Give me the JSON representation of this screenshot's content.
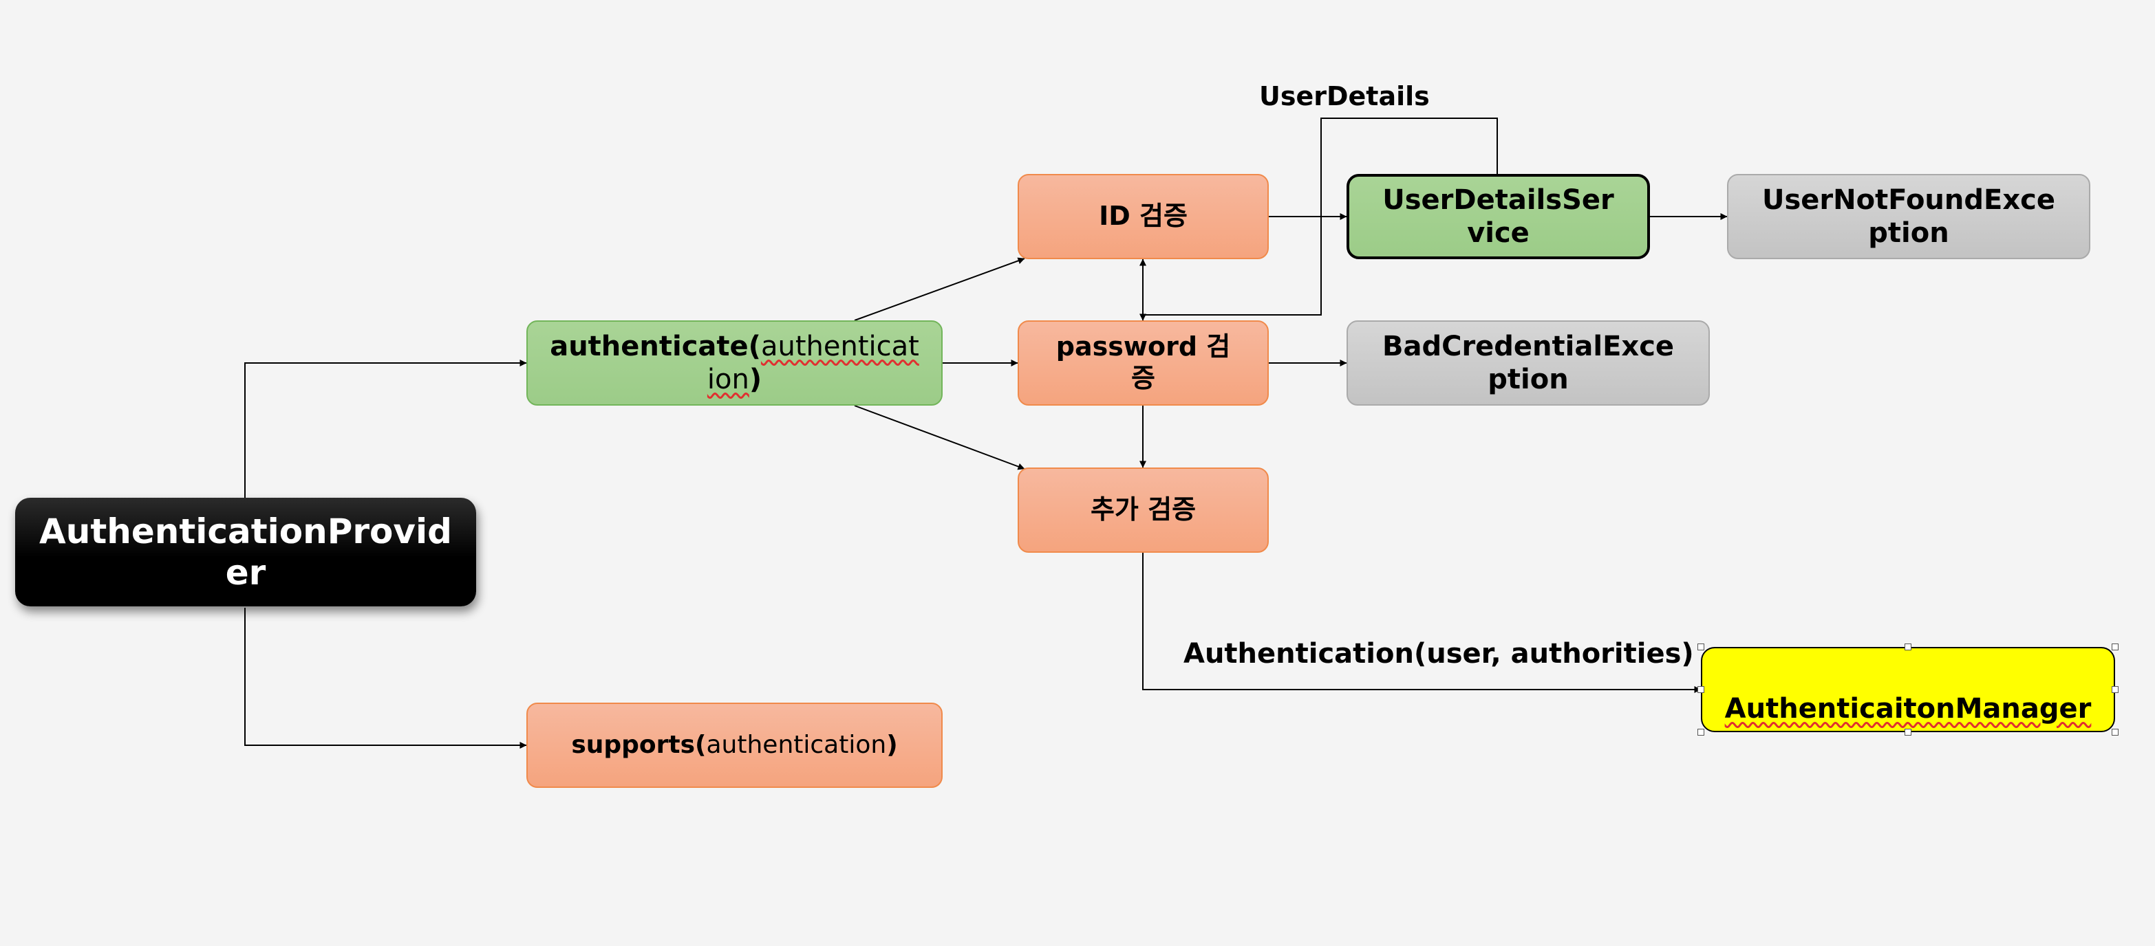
{
  "nodes": {
    "authentication_provider": "AuthenticationProvider",
    "authenticate_method": "authenticate(",
    "authenticate_param": "authentication",
    "authenticate_close": ")",
    "supports_method": "supports(",
    "supports_param": "authentication",
    "supports_close": ")",
    "id_check": "ID 검증",
    "password_check": "password 검증",
    "extra_check": "추가 검증",
    "user_details_service": "UserDetailsService",
    "user_not_found_exception": "UserNotFoundException",
    "bad_credential_exception": "BadCredentialException",
    "authentication_manager": "AuthenticaitonManager"
  },
  "edge_labels": {
    "user_details": "UserDetails",
    "authentication_result": "Authentication(user, authorities)"
  },
  "colors": {
    "orange": "#f5a47e",
    "green": "#9ccc88",
    "gray": "#c3c3c3",
    "black": "#000000",
    "yellow": "#ffff00"
  }
}
